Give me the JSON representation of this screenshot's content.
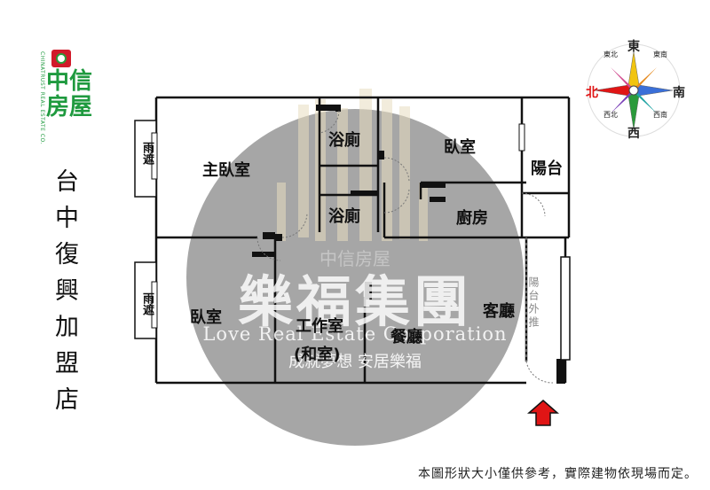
{
  "logo": {
    "name_zh": "中信房屋",
    "name_en": "CHINATRUST REAL ESTATE CO."
  },
  "store_name": "台中復興加盟店",
  "compass": {
    "north": "北",
    "east": "東",
    "south": "南",
    "west": "西",
    "northeast": "東北",
    "southeast": "東南",
    "southwest": "西南",
    "northwest": "西北"
  },
  "rooms": {
    "master_bedroom": "主臥室",
    "bathroom_1": "浴廁",
    "bathroom_2": "浴廁",
    "bedroom_1": "臥室",
    "balcony": "陽台",
    "kitchen": "廚房",
    "bedroom_2": "臥室",
    "study_line1": "工作室",
    "study_line2": "(和室)",
    "dining": "餐廳",
    "living": "客廳",
    "balcony_out": "陽台外推",
    "window_1": "雨遮",
    "window_2": "雨遮"
  },
  "watermark": {
    "group_name": "樂福集團",
    "group_en": "Love Real Estate Corporation",
    "slogan": "成就夢想 安居樂福",
    "brand_faded": "中信房屋"
  },
  "footnote": "本圖形狀大小僅供參考，實際建物依現場而定。",
  "colors": {
    "brand_green": "#1f9a3f",
    "brand_red": "#d11a2a",
    "arrow_red": "#e01515",
    "watermark_gray": "#8d8d8d"
  }
}
